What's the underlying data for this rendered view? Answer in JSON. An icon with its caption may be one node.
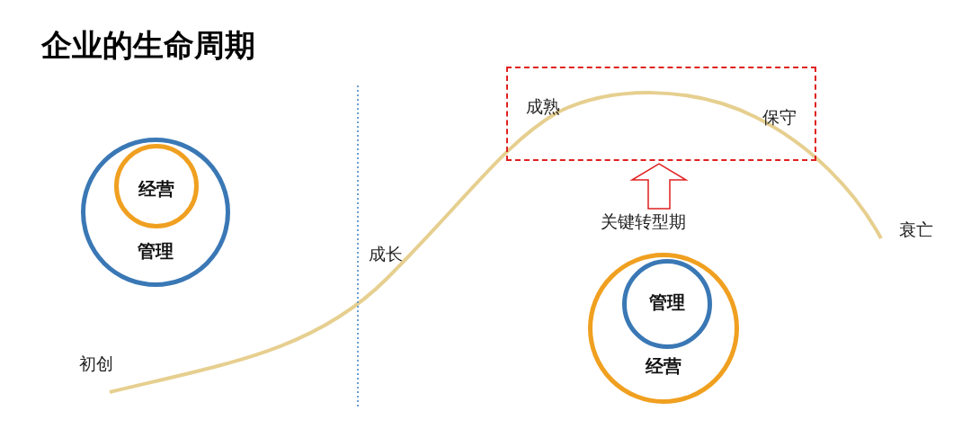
{
  "diagram": {
    "title": "企业的生命周期",
    "nodes": [
      {
        "text": [
          "管理"
        ]
      },
      {
        "text": [
          "经营"
        ],
        "in": 0
      },
      {
        "text": [
          "经营"
        ]
      },
      {
        "text": [
          "管理"
        ],
        "in": 2
      },
      {
        "text": [
          "成熟",
          "保守"
        ]
      },
      {
        "text": [
          "关键转型期"
        ]
      }
    ],
    "edges": [
      {
        "from": 5,
        "to": 4,
        "arrow": "to"
      }
    ],
    "labels": [
      "初创",
      "成长",
      "衰亡"
    ]
  }
}
